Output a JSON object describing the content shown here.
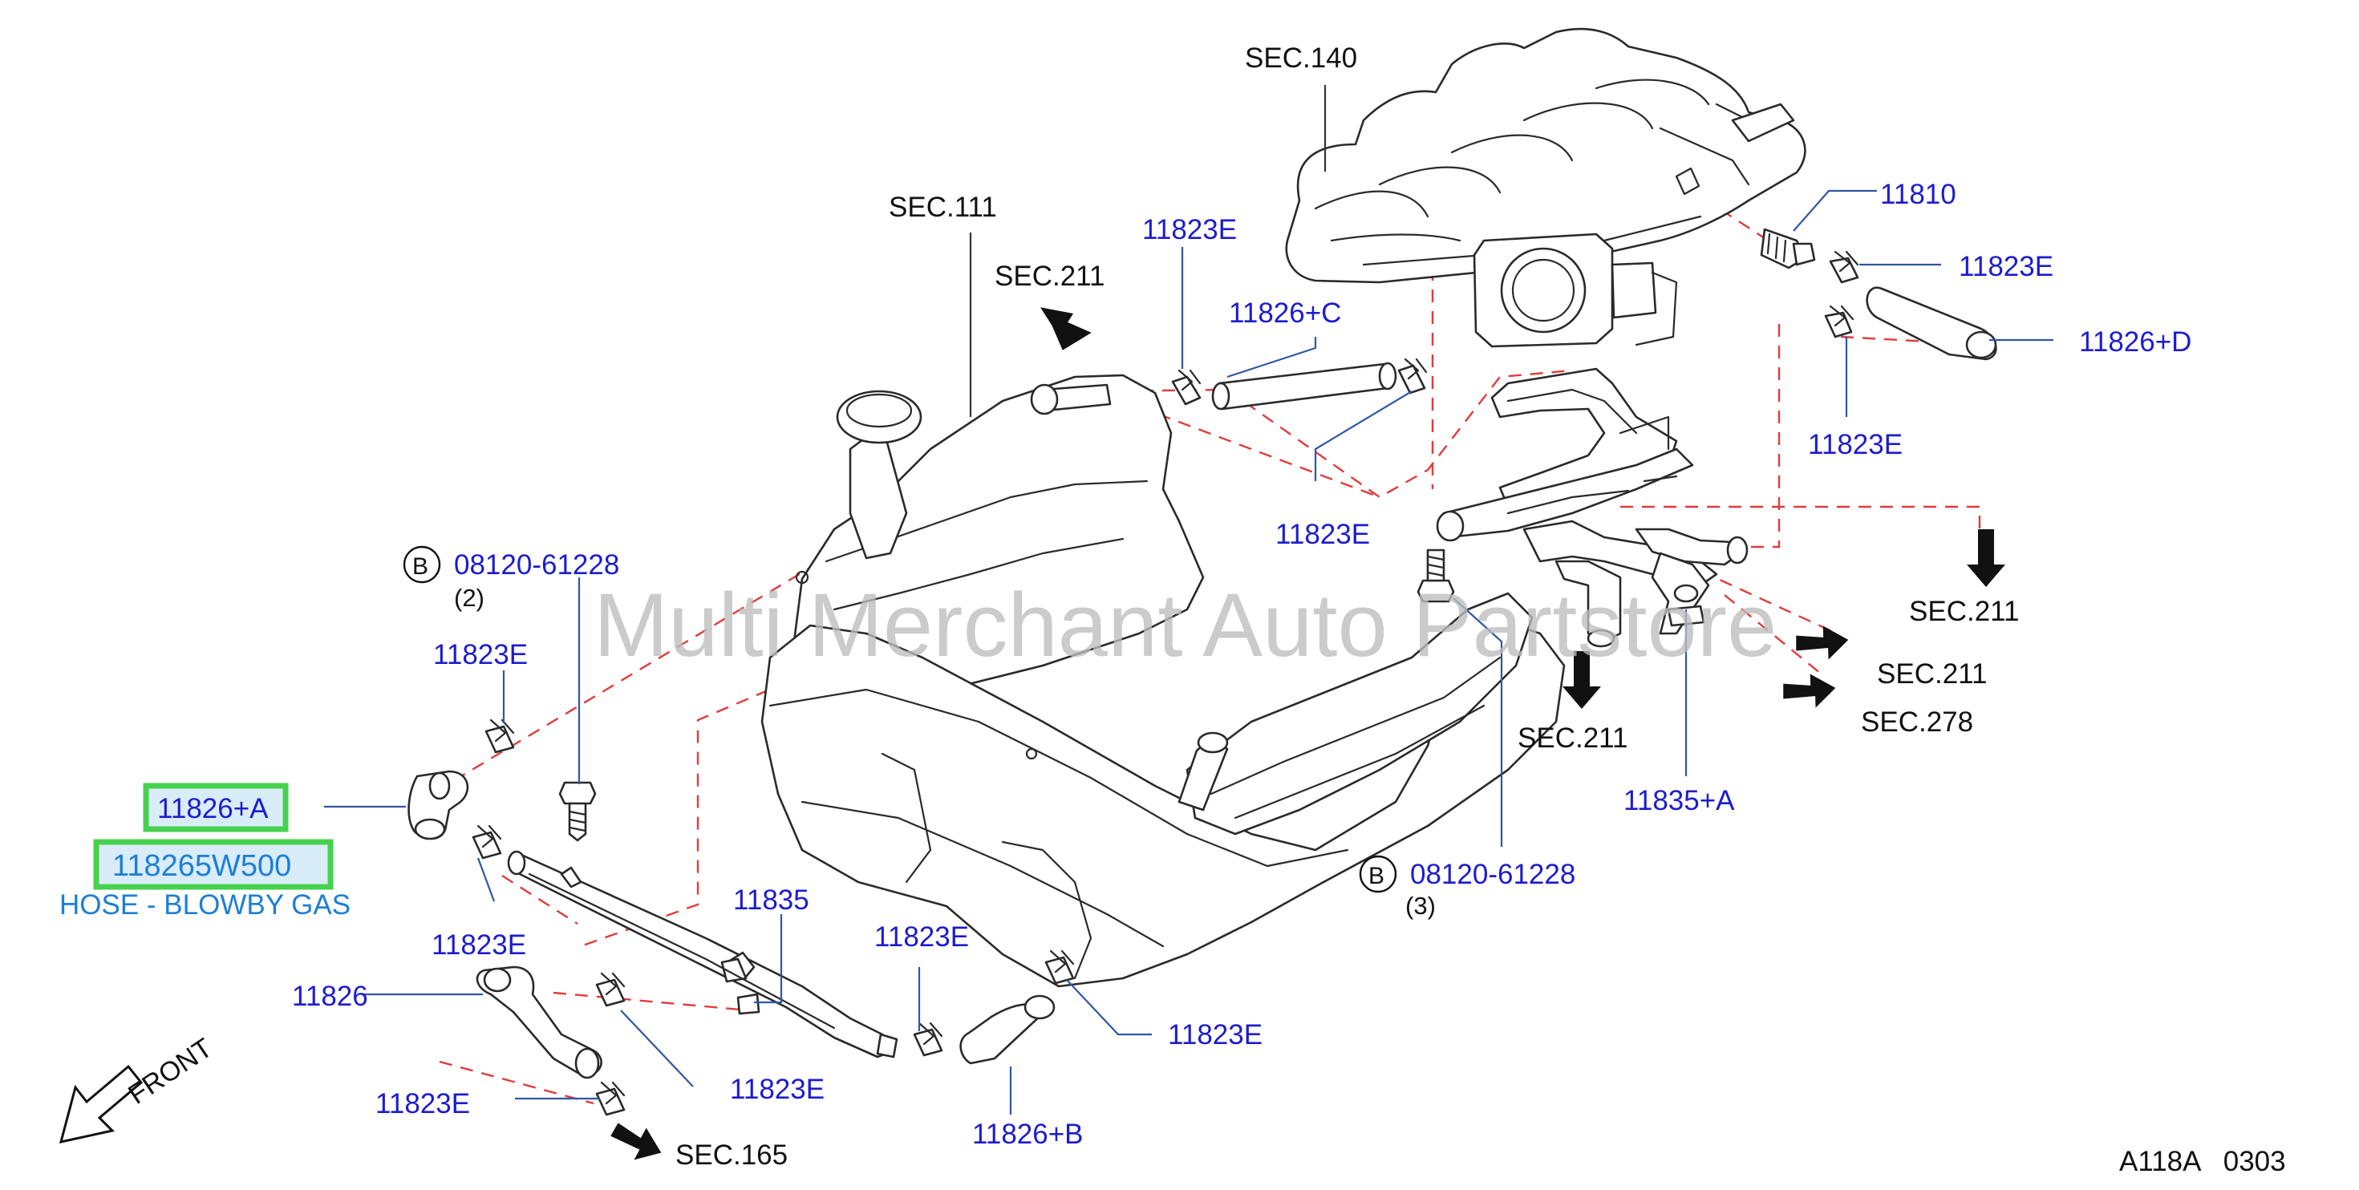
{
  "watermark": "Multi Merchant Auto Partstore",
  "diagram_code": "A118A   0303",
  "front_label": "FRONT",
  "highlight": {
    "ref": "11826+A",
    "part_number": "118265W500",
    "part_name": "HOSE - BLOWBY GAS"
  },
  "sections": {
    "sec140": "SEC.140",
    "sec111": "SEC.111",
    "sec211_top": "SEC.211",
    "sec211_right1": "SEC.211",
    "sec211_right2": "SEC.211",
    "sec278": "SEC.278",
    "sec211_mid": "SEC.211",
    "sec165": "SEC.165"
  },
  "labels": {
    "l11810": "11810",
    "l11823e_tr1": "11823E",
    "l11826d": "11826+D",
    "l11823e_tr2": "11823E",
    "l11823e_top": "11823E",
    "l11826c": "11826+C",
    "l11823e_mid": "11823E",
    "l11835a": "11835+A",
    "l11823e_left1": "11823E",
    "l11823e_left2": "11823E",
    "l11835": "11835",
    "l11823e_bot1": "11823E",
    "l11823e_bot2": "11823E",
    "l11826": "11826",
    "l11823e_bot3": "11823E",
    "l11823e_bot4": "11823E",
    "l11826b": "11826+B"
  },
  "bolts": {
    "b1_letter": "B",
    "b1_part": "08120-61228",
    "b1_qty": "(2)",
    "b2_letter": "B",
    "b2_part": "08120-61228",
    "b2_qty": "(3)"
  },
  "colors": {
    "label_blue": "#1c1ccf",
    "part_name_blue": "#1d7fd6",
    "dash_red": "#e23b3b",
    "highlight_green": "#46d24e",
    "highlight_fill": "#d9ecf9",
    "watermark_gray": "#bdbdbd"
  },
  "icons": {
    "section_arrow": "block-arrow-icon",
    "front_arrow": "outline-arrow-icon",
    "hose_clamp": "hose-clamp-icon",
    "bolt": "bolt-icon"
  }
}
